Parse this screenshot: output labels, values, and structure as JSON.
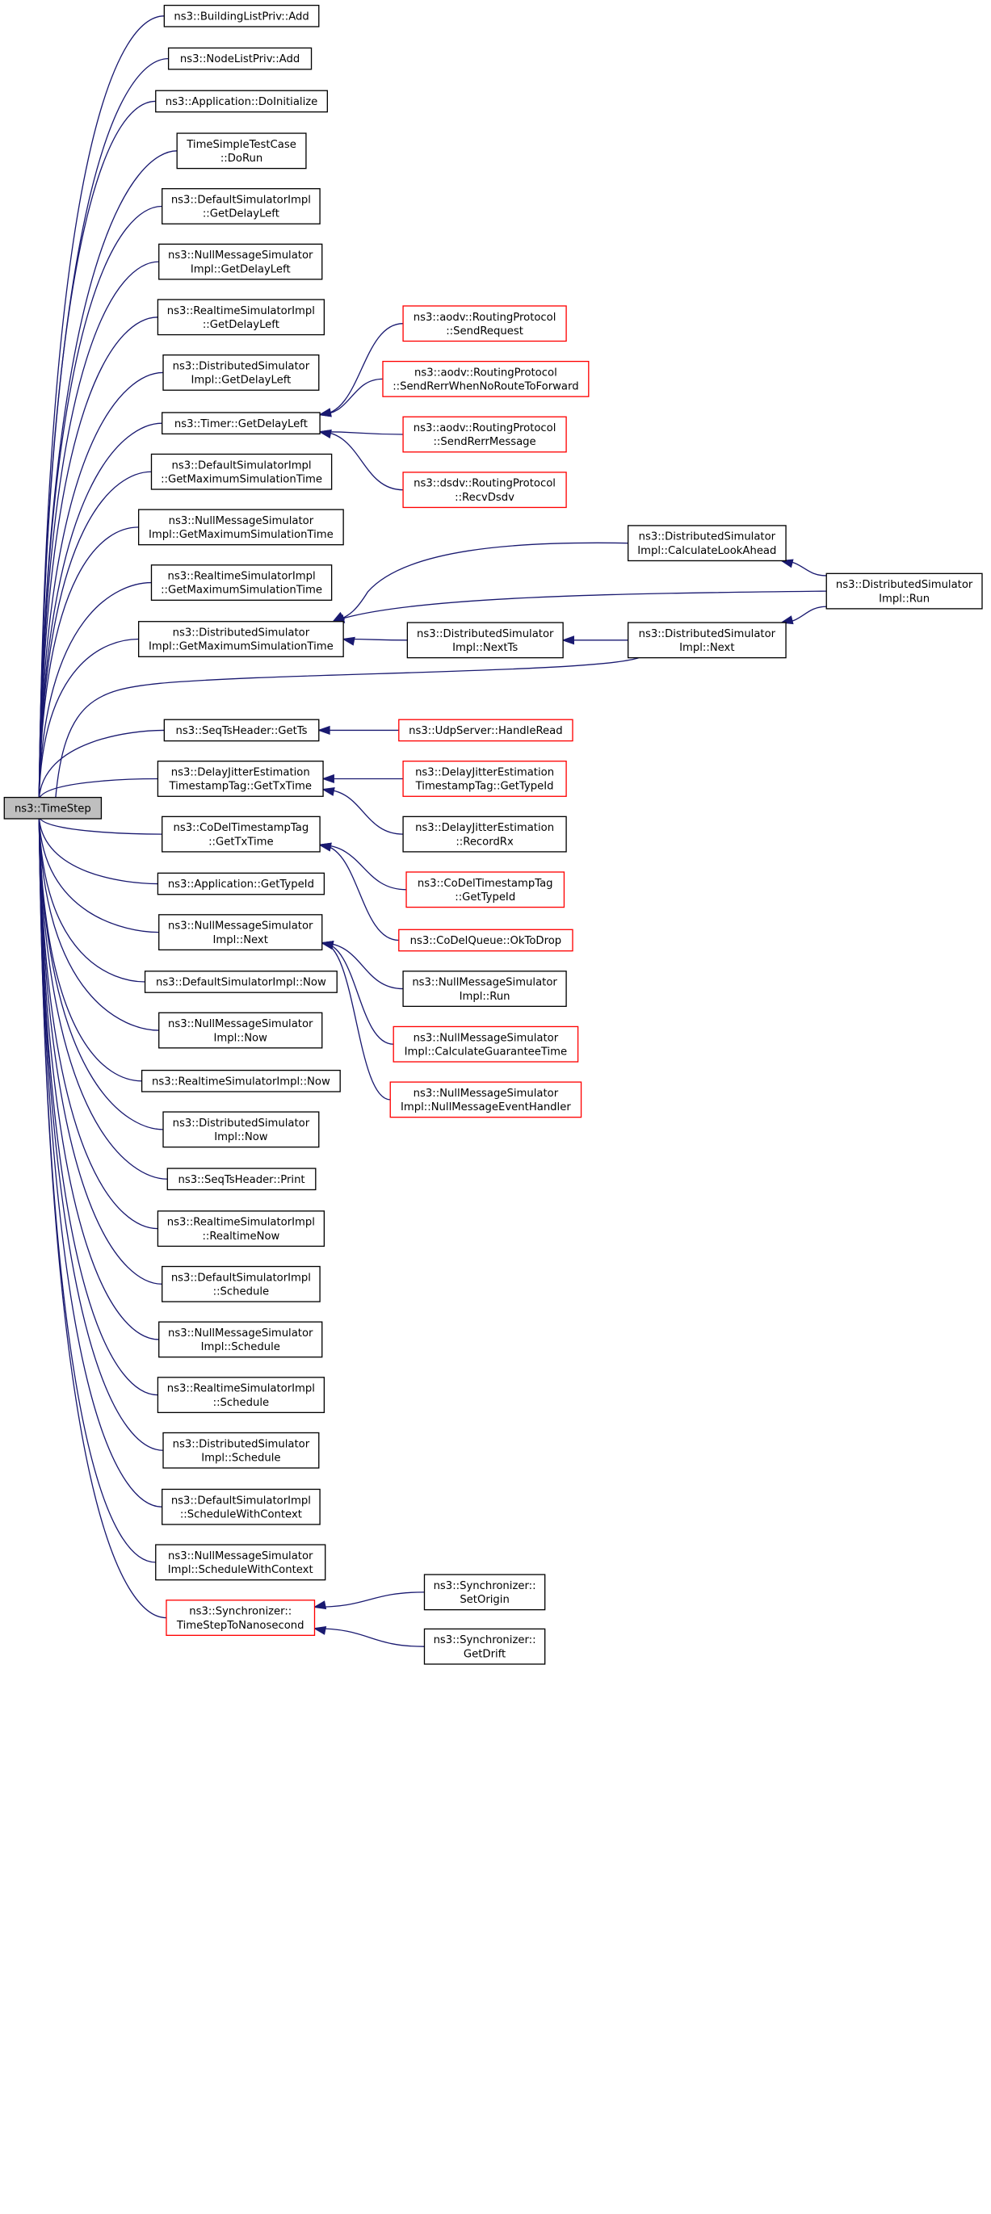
{
  "graph": {
    "root": "n0",
    "nodes": [
      {
        "id": "n0",
        "lines": [
          "ns3::TimeStep"
        ],
        "root": true
      },
      {
        "id": "n1",
        "lines": [
          "ns3::BuildingListPriv::Add"
        ]
      },
      {
        "id": "n2",
        "lines": [
          "ns3::NodeListPriv::Add"
        ]
      },
      {
        "id": "n3",
        "lines": [
          "ns3::Application::DoInitialize"
        ]
      },
      {
        "id": "n4",
        "lines": [
          "TimeSimpleTestCase",
          "::DoRun"
        ]
      },
      {
        "id": "n5",
        "lines": [
          "ns3::DefaultSimulatorImpl",
          "::GetDelayLeft"
        ]
      },
      {
        "id": "n6",
        "lines": [
          "ns3::NullMessageSimulator",
          "Impl::GetDelayLeft"
        ]
      },
      {
        "id": "n7",
        "lines": [
          "ns3::RealtimeSimulatorImpl",
          "::GetDelayLeft"
        ]
      },
      {
        "id": "n8",
        "lines": [
          "ns3::DistributedSimulator",
          "Impl::GetDelayLeft"
        ]
      },
      {
        "id": "n9",
        "lines": [
          "ns3::Timer::GetDelayLeft"
        ]
      },
      {
        "id": "n10",
        "lines": [
          "ns3::DefaultSimulatorImpl",
          "::GetMaximumSimulationTime"
        ]
      },
      {
        "id": "n11",
        "lines": [
          "ns3::NullMessageSimulator",
          "Impl::GetMaximumSimulationTime"
        ]
      },
      {
        "id": "n12",
        "lines": [
          "ns3::RealtimeSimulatorImpl",
          "::GetMaximumSimulationTime"
        ]
      },
      {
        "id": "n13",
        "lines": [
          "ns3::DistributedSimulator",
          "Impl::GetMaximumSimulationTime"
        ]
      },
      {
        "id": "n14",
        "lines": [
          "ns3::SeqTsHeader::GetTs"
        ]
      },
      {
        "id": "n15",
        "lines": [
          "ns3::DelayJitterEstimation",
          "TimestampTag::GetTxTime"
        ]
      },
      {
        "id": "n16",
        "lines": [
          "ns3::CoDelTimestampTag",
          "::GetTxTime"
        ]
      },
      {
        "id": "n17",
        "lines": [
          "ns3::Application::GetTypeId"
        ]
      },
      {
        "id": "n18",
        "lines": [
          "ns3::NullMessageSimulator",
          "Impl::Next"
        ]
      },
      {
        "id": "n19",
        "lines": [
          "ns3::DefaultSimulatorImpl::Now"
        ]
      },
      {
        "id": "n20",
        "lines": [
          "ns3::NullMessageSimulator",
          "Impl::Now"
        ]
      },
      {
        "id": "n21",
        "lines": [
          "ns3::RealtimeSimulatorImpl::Now"
        ]
      },
      {
        "id": "n22",
        "lines": [
          "ns3::DistributedSimulator",
          "Impl::Now"
        ]
      },
      {
        "id": "n23",
        "lines": [
          "ns3::SeqTsHeader::Print"
        ]
      },
      {
        "id": "n24",
        "lines": [
          "ns3::RealtimeSimulatorImpl",
          "::RealtimeNow"
        ]
      },
      {
        "id": "n25",
        "lines": [
          "ns3::DefaultSimulatorImpl",
          "::Schedule"
        ]
      },
      {
        "id": "n26",
        "lines": [
          "ns3::NullMessageSimulator",
          "Impl::Schedule"
        ]
      },
      {
        "id": "n27",
        "lines": [
          "ns3::RealtimeSimulatorImpl",
          "::Schedule"
        ]
      },
      {
        "id": "n28",
        "lines": [
          "ns3::DistributedSimulator",
          "Impl::Schedule"
        ]
      },
      {
        "id": "n29",
        "lines": [
          "ns3::DefaultSimulatorImpl",
          "::ScheduleWithContext"
        ]
      },
      {
        "id": "n30",
        "lines": [
          "ns3::NullMessageSimulator",
          "Impl::ScheduleWithContext"
        ]
      },
      {
        "id": "n31",
        "lines": [
          "ns3::Synchronizer::",
          "TimeStepToNanosecond"
        ],
        "red": true
      },
      {
        "id": "n32",
        "lines": [
          "ns3::aodv::RoutingProtocol",
          "::SendRequest"
        ],
        "red": true
      },
      {
        "id": "n33",
        "lines": [
          "ns3::aodv::RoutingProtocol",
          "::SendRerrWhenNoRouteToForward"
        ],
        "red": true
      },
      {
        "id": "n34",
        "lines": [
          "ns3::aodv::RoutingProtocol",
          "::SendRerrMessage"
        ],
        "red": true
      },
      {
        "id": "n35",
        "lines": [
          "ns3::dsdv::RoutingProtocol",
          "::RecvDsdv"
        ],
        "red": true
      },
      {
        "id": "n36",
        "lines": [
          "ns3::DistributedSimulator",
          "Impl::CalculateLookAhead"
        ]
      },
      {
        "id": "n37",
        "lines": [
          "ns3::DistributedSimulator",
          "Impl::Run"
        ]
      },
      {
        "id": "n38",
        "lines": [
          "ns3::DistributedSimulator",
          "Impl::NextTs"
        ]
      },
      {
        "id": "n39",
        "lines": [
          "ns3::DistributedSimulator",
          "Impl::Next"
        ]
      },
      {
        "id": "n40",
        "lines": [
          "ns3::UdpServer::HandleRead"
        ],
        "red": true
      },
      {
        "id": "n41",
        "lines": [
          "ns3::DelayJitterEstimation",
          "TimestampTag::GetTypeId"
        ],
        "red": true
      },
      {
        "id": "n42",
        "lines": [
          "ns3::DelayJitterEstimation",
          "::RecordRx"
        ]
      },
      {
        "id": "n43",
        "lines": [
          "ns3::CoDelTimestampTag",
          "::GetTypeId"
        ],
        "red": true
      },
      {
        "id": "n44",
        "lines": [
          "ns3::CoDelQueue::OkToDrop"
        ],
        "red": true
      },
      {
        "id": "n45",
        "lines": [
          "ns3::NullMessageSimulator",
          "Impl::Run"
        ]
      },
      {
        "id": "n46",
        "lines": [
          "ns3::NullMessageSimulator",
          "Impl::CalculateGuaranteeTime"
        ],
        "red": true
      },
      {
        "id": "n47",
        "lines": [
          "ns3::NullMessageSimulator",
          "Impl::NullMessageEventHandler"
        ],
        "red": true
      },
      {
        "id": "n48",
        "lines": [
          "ns3::Synchronizer::",
          "SetOrigin"
        ]
      },
      {
        "id": "n49",
        "lines": [
          "ns3::Synchronizer::",
          "GetDrift"
        ]
      }
    ],
    "edges": [
      {
        "from": "n1",
        "to": "n0"
      },
      {
        "from": "n2",
        "to": "n0"
      },
      {
        "from": "n3",
        "to": "n0"
      },
      {
        "from": "n4",
        "to": "n0"
      },
      {
        "from": "n5",
        "to": "n0"
      },
      {
        "from": "n6",
        "to": "n0"
      },
      {
        "from": "n7",
        "to": "n0"
      },
      {
        "from": "n8",
        "to": "n0"
      },
      {
        "from": "n9",
        "to": "n0"
      },
      {
        "from": "n10",
        "to": "n0"
      },
      {
        "from": "n11",
        "to": "n0"
      },
      {
        "from": "n12",
        "to": "n0"
      },
      {
        "from": "n13",
        "to": "n0"
      },
      {
        "from": "n39",
        "to": "n0"
      },
      {
        "from": "n14",
        "to": "n0"
      },
      {
        "from": "n15",
        "to": "n0"
      },
      {
        "from": "n16",
        "to": "n0"
      },
      {
        "from": "n17",
        "to": "n0"
      },
      {
        "from": "n18",
        "to": "n0"
      },
      {
        "from": "n19",
        "to": "n0"
      },
      {
        "from": "n20",
        "to": "n0"
      },
      {
        "from": "n21",
        "to": "n0"
      },
      {
        "from": "n22",
        "to": "n0"
      },
      {
        "from": "n23",
        "to": "n0"
      },
      {
        "from": "n24",
        "to": "n0"
      },
      {
        "from": "n25",
        "to": "n0"
      },
      {
        "from": "n26",
        "to": "n0"
      },
      {
        "from": "n27",
        "to": "n0"
      },
      {
        "from": "n28",
        "to": "n0"
      },
      {
        "from": "n29",
        "to": "n0"
      },
      {
        "from": "n30",
        "to": "n0"
      },
      {
        "from": "n31",
        "to": "n0"
      },
      {
        "from": "n32",
        "to": "n9"
      },
      {
        "from": "n33",
        "to": "n9"
      },
      {
        "from": "n34",
        "to": "n9"
      },
      {
        "from": "n35",
        "to": "n9"
      },
      {
        "from": "n36",
        "to": "n13"
      },
      {
        "from": "n37",
        "to": "n13"
      },
      {
        "from": "n38",
        "to": "n13"
      },
      {
        "from": "n37",
        "to": "n36"
      },
      {
        "from": "n39",
        "to": "n38"
      },
      {
        "from": "n37",
        "to": "n39"
      },
      {
        "from": "n40",
        "to": "n14"
      },
      {
        "from": "n41",
        "to": "n15"
      },
      {
        "from": "n42",
        "to": "n15"
      },
      {
        "from": "n43",
        "to": "n16"
      },
      {
        "from": "n44",
        "to": "n16"
      },
      {
        "from": "n45",
        "to": "n18"
      },
      {
        "from": "n46",
        "to": "n18"
      },
      {
        "from": "n47",
        "to": "n18"
      },
      {
        "from": "n48",
        "to": "n31"
      },
      {
        "from": "n49",
        "to": "n31"
      }
    ]
  }
}
